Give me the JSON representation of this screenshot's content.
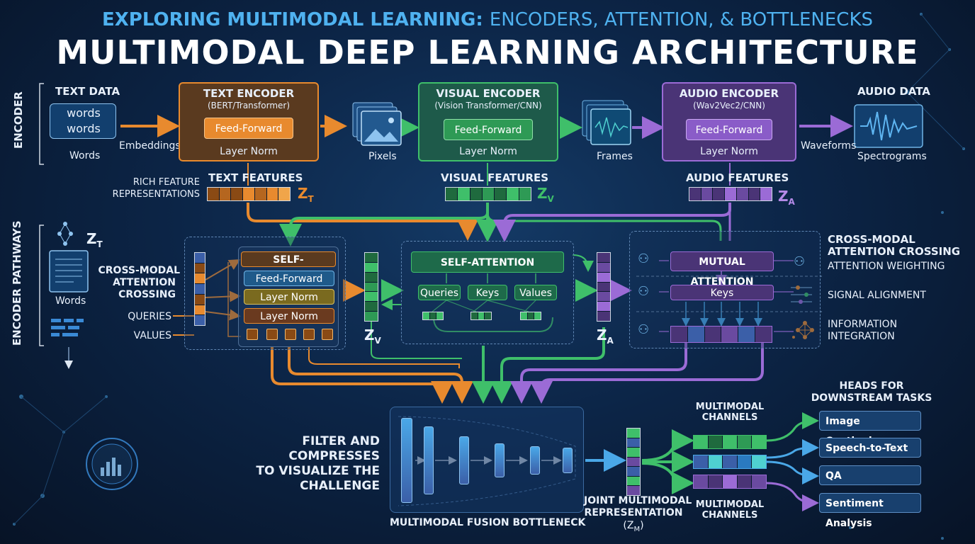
{
  "header": {
    "subtitle_a": "EXPLORING MULTIMODAL LEARNING:",
    "subtitle_b": "ENCODERS, ATTENTION, & BOTTLENECKS",
    "title": "MULTIMODAL DEEP LEARNING ARCHITECTURE"
  },
  "side_labels": {
    "encoder": "ENCODER",
    "pathways": "ENCODER PATHWAYS"
  },
  "encoders": {
    "text_data": "TEXT DATA",
    "words_line1": "words",
    "words_line2": "words",
    "words": "Words",
    "embeddings": "Embeddings",
    "text": {
      "title": "TEXT ENCODER",
      "sub": "(BERT/Transformer)",
      "ff": "Feed-Forward",
      "norm": "Layer Norm"
    },
    "pixels": "Pixels",
    "visual": {
      "title": "VISUAL ENCODER",
      "sub": "(Vision Transformer/CNN)",
      "ff": "Feed-Forward",
      "norm": "Layer  Norm"
    },
    "frames": "Frames",
    "audio": {
      "title": "AUDIO ENCODER",
      "sub": "(Wav2Vec2/CNN)",
      "ff": "Feed-Forward",
      "norm": "Layer Norm"
    },
    "waveforms": "Waveforms",
    "audio_data": "AUDIO DATA",
    "spectrograms": "Spectrograms"
  },
  "features": {
    "rich_line1": "RICH FEATURE",
    "rich_line2": "REPRESENTATIONS",
    "text": "TEXT FEATURES",
    "visual": "VISUAL FEATURES",
    "audio": "AUDIO FEATURES",
    "z": "Z",
    "sub_t": "T",
    "sub_v": "V",
    "sub_a": "A",
    "sub_m": "M"
  },
  "pathways": {
    "words": "Words",
    "cross_line1": "CROSS-MODAL",
    "cross_line2": "ATTENTION",
    "cross_line3": "CROSSING",
    "queries": "QUERIES",
    "values": "VALUES",
    "left_block": {
      "self_attention": "SELF-ATTENTION",
      "ff": "Feed-Forward",
      "norm1": "Layer Norm",
      "norm2": "Layer Norm"
    },
    "mid_block": {
      "self_attention": "SELF-ATTENTION",
      "queries": "Queries",
      "keys": "Keys",
      "values": "Values"
    },
    "right_block": {
      "mutual": "MUTUAL ATTENTION",
      "keys": "Keys"
    },
    "right_labels": {
      "cross_line1": "CROSS-MODAL",
      "cross_line2": "ATTENTION CROSSING",
      "weighting": "ATTENTION WEIGHTING",
      "alignment": "SIGNAL ALIGNMENT",
      "info_line1": "INFORMATION",
      "info_line2": "INTEGRATION"
    }
  },
  "fusion": {
    "filter_line1": "FILTER AND",
    "filter_line2": "COMPRESSES",
    "filter_line3": "TO VISUALIZE  THE",
    "filter_line4": "CHALLENGE",
    "bottleneck": "MULTIMODAL FUSION BOTTLENECK",
    "joint_line1": "JOINT MULTIMODAL",
    "joint_line2": "REPRESENTATION",
    "joint_line3": "(Z"
  },
  "channels": {
    "top": "MULTIMODAL\nCHANNELS",
    "bottom": "MULTIMODAL\nCHANNELS"
  },
  "heads": {
    "title_line1": "HEADS FOR",
    "title_line2": "DOWNSTREAM TASKS",
    "tasks": [
      "Image Captioning",
      "Speech-to-Text",
      "QA",
      "Sentiment Analysis"
    ]
  },
  "colors": {
    "text_modality": "#e88a2e",
    "visual_modality": "#3fbf6a",
    "audio_modality": "#9b6bd6",
    "accent_blue": "#4aa8e8"
  }
}
